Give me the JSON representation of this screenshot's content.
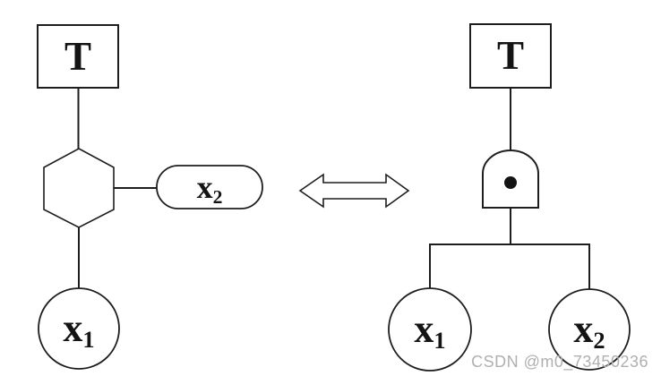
{
  "diagram": {
    "left_tree": {
      "top_event_label": "T",
      "gate_type": "inhibit-gate-hexagon",
      "condition_label": {
        "base": "x",
        "sub": "2"
      },
      "basic_event_label": {
        "base": "x",
        "sub": "1"
      }
    },
    "equivalence": {
      "icon": "double-headed-arrow"
    },
    "right_tree": {
      "top_event_label": "T",
      "gate_type": "and-gate-with-dot",
      "basic_event_1": {
        "base": "x",
        "sub": "1"
      },
      "basic_event_2": {
        "base": "x",
        "sub": "2"
      }
    }
  },
  "watermark": {
    "text": "CSDN @m0_73450236",
    "color": "#b0b0b0"
  },
  "colors": {
    "background": "#ffffff",
    "stroke": "#1e1e1e",
    "text": "#141414"
  }
}
